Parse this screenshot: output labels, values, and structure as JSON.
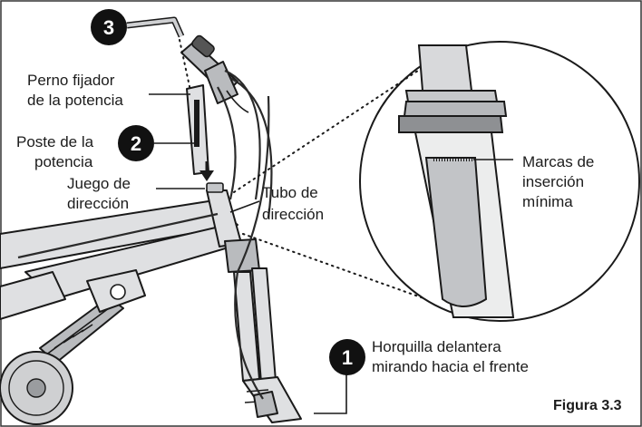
{
  "labels": {
    "stem_bolt": [
      "Perno fijador",
      "de la potencia"
    ],
    "stem_post": [
      "Poste de la",
      "potencia"
    ],
    "headset": [
      "Juego de",
      "dirección"
    ],
    "head_tube": [
      "Tubo de",
      "dirección"
    ],
    "min_insertion": [
      "Marcas de",
      "inserción",
      "mínima"
    ],
    "fork": [
      "Horquilla delantera",
      "mirando hacia el frente"
    ],
    "figure": "Figura 3.3"
  },
  "callouts": {
    "fork_number": "1",
    "stem_number": "2",
    "wrench_number": "3"
  },
  "colors": {
    "frame_fill": "#dfe0e2",
    "outline": "#1a1a1a",
    "callout_fill": "#111111"
  }
}
